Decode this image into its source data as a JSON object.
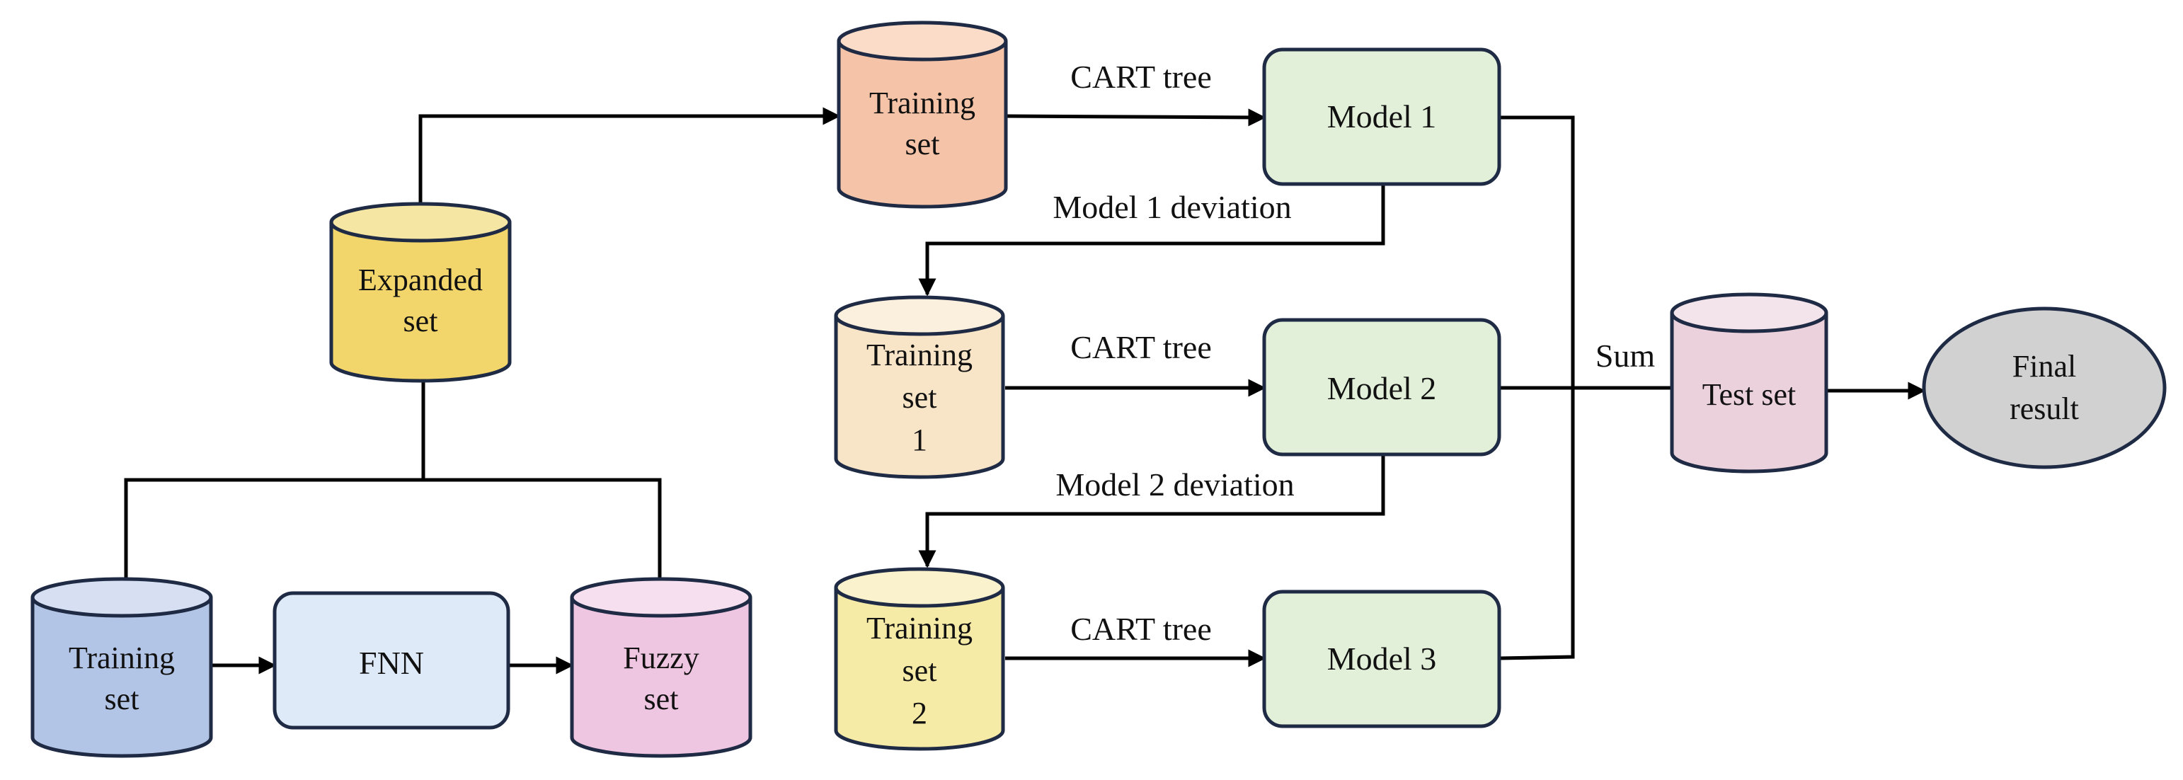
{
  "cylinders": {
    "expanded": {
      "lines": [
        "Expanded",
        "set"
      ],
      "fill": "#f2d66b",
      "top": "#f6e6a4"
    },
    "bottom_training": {
      "lines": [
        "Training",
        "set"
      ],
      "fill": "#b3c5e6",
      "top": "#d6e0f2"
    },
    "fuzzy": {
      "lines": [
        "Fuzzy",
        "set"
      ],
      "fill": "#efc6e2",
      "top": "#f6e0ef"
    },
    "training_top": {
      "lines": [
        "Training",
        "set"
      ],
      "fill": "#f5c4a8",
      "top": "#fadcc9"
    },
    "training_1": {
      "lines": [
        "Training",
        "set",
        "1"
      ],
      "fill": "#f8e4c6",
      "top": "#fbefdd"
    },
    "training_2": {
      "lines": [
        "Training",
        "set",
        "2"
      ],
      "fill": "#f5eaa6",
      "top": "#f9f2cc"
    },
    "test": {
      "lines": [
        "Test set"
      ],
      "fill": "#ebd1dc",
      "top": "#f3e3ea"
    }
  },
  "boxes": {
    "fnn": {
      "label": "FNN",
      "fill": "#deeaf7"
    },
    "model1": {
      "label": "Model 1",
      "fill": "#e2f0da"
    },
    "model2": {
      "label": "Model 2",
      "fill": "#e2f0da"
    },
    "model3": {
      "label": "Model 3",
      "fill": "#e2f0da"
    }
  },
  "final": {
    "lines": [
      "Final",
      "result"
    ],
    "fill": "#d1d1d1"
  },
  "edge_labels": {
    "cart1": "CART tree",
    "cart2": "CART tree",
    "cart3": "CART tree",
    "dev1": "Model 1 deviation",
    "dev2": "Model 2 deviation",
    "sum": "Sum"
  }
}
